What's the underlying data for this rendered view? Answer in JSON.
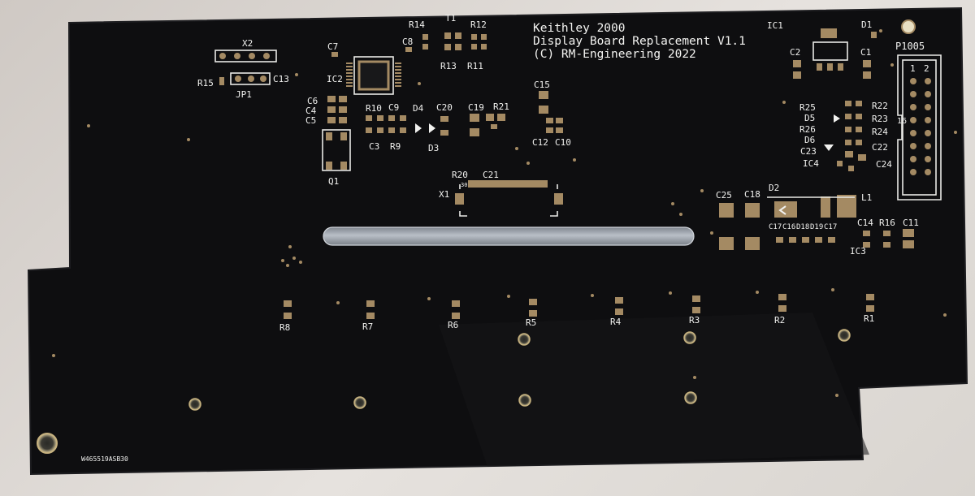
{
  "board": {
    "title_lines": [
      "Keithley 2000",
      "Display Board Replacement V1.1",
      "(C) RM-Engineering 2022"
    ],
    "serial": "W465519ASB30",
    "colors": {
      "substrate": "#0e0e10",
      "silkscreen": "#f1f1ef",
      "pad": "#a48a63",
      "slot": "#9da3ab"
    }
  },
  "labels": {
    "x2": "X2",
    "jp1": "JP1",
    "r15": "R15",
    "c13": "C13",
    "c7": "C7",
    "c8": "C8",
    "ic2": "IC2",
    "r14": "R14",
    "t1": "T1",
    "r12": "R12",
    "r13": "R13",
    "r11": "R11",
    "c6": "C6",
    "c4": "C4",
    "c5": "C5",
    "q1": "Q1",
    "r10": "R10",
    "c9": "C9",
    "d4": "D4",
    "c20": "C20",
    "c19": "C19",
    "r21": "R21",
    "c3": "C3",
    "r9": "R9",
    "d3": "D3",
    "c15": "C15",
    "c12": "C12",
    "c10": "C10",
    "r20": "R20",
    "c21": "C21",
    "x1": "X1",
    "pin30": "30",
    "ic1": "IC1",
    "d1": "D1",
    "c2": "C2",
    "c1": "C1",
    "p1005": "P1005",
    "r25": "R25",
    "d5": "D5",
    "r26": "R26",
    "d6": "D6",
    "c23": "C23",
    "ic4": "IC4",
    "r22": "R22",
    "r23": "R23",
    "r24": "R24",
    "c22": "C22",
    "c24": "C24",
    "pin1": "1",
    "pin2": "2",
    "pin16": "16",
    "c25": "C25",
    "c18": "C18",
    "d2": "D2",
    "l1": "L1",
    "c17": "C17",
    "c16": "C16",
    "d18": "D18",
    "d19": "D19",
    "c17b": "C17",
    "c14": "C14",
    "r16": "R16",
    "c11": "C11",
    "ic3": "IC3",
    "r8": "R8",
    "r7": "R7",
    "r6": "R6",
    "r5": "R5",
    "r4": "R4",
    "r3": "R3",
    "r2": "R2",
    "r1": "R1"
  }
}
